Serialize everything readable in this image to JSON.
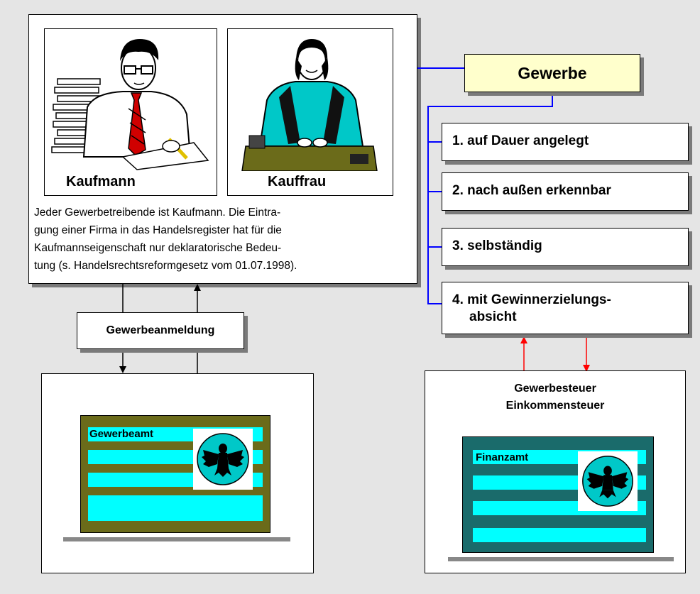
{
  "persons": {
    "kaufmann": {
      "label": "Kaufmann"
    },
    "kauffrau": {
      "label": "Kauffrau"
    }
  },
  "main_text": {
    "line1": "Jeder Gewerbetreibende ist Kaufmann. Die Eintra-",
    "line2": "gung einer Firma in das Handelsregister hat für die",
    "line3": "Kaufmannseigenschaft nur deklaratorische Bedeu-",
    "line4": "tung (s. Handelsrechtsreformgesetz vom 01.07.1998)."
  },
  "gewerbe": {
    "title": "Gewerbe"
  },
  "criteria": [
    {
      "line1": "1. auf Dauer angelegt",
      "line2": ""
    },
    {
      "line1": "2. nach außen erkennbar",
      "line2": ""
    },
    {
      "line1": "3. selbständig",
      "line2": ""
    },
    {
      "line1": "4. mit Gewinnerzielungs-",
      "line2": "absicht"
    }
  ],
  "gewerbeanmeldung": {
    "label": "Gewerbeanmeldung"
  },
  "gewerbeamt": {
    "label": "Gewerbeamt"
  },
  "steuer": {
    "line1": "Gewerbesteuer",
    "line2": "Einkommensteuer"
  },
  "finanzamt": {
    "label": "Finanzamt"
  },
  "colors": {
    "background": "#e5e5e5",
    "gewerbe_box": "#ffffcc",
    "connector_blue": "#0000ff",
    "arrow_red": "#ff0000",
    "gewerbeamt_frame": "#6b6b1a",
    "finanzamt_frame": "#1a6b6b",
    "stripe_cyan": "#00ffff",
    "seal_bg": "#00c8c8"
  },
  "icons": {
    "eagle": "federal-eagle-icon",
    "man": "businessman-illustration",
    "woman": "businesswoman-illustration"
  }
}
